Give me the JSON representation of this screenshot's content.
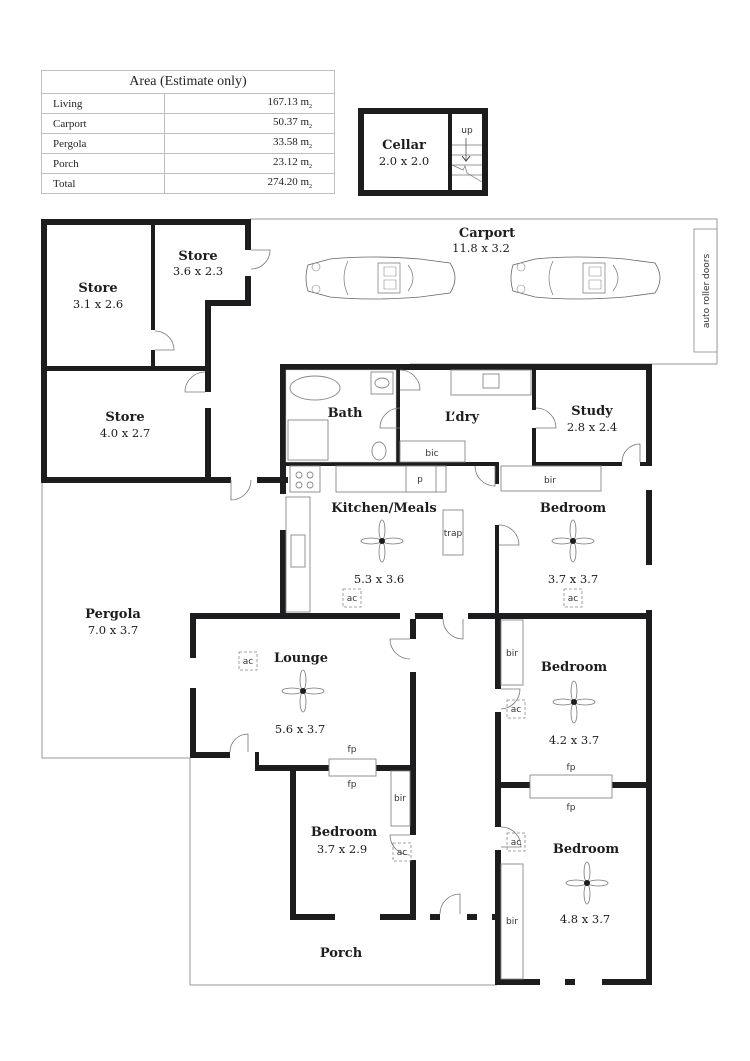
{
  "area_table": {
    "title": "Area (Estimate only)",
    "unit": "m",
    "unit_sup": "2",
    "rows": [
      {
        "label": "Living",
        "value": "167.13"
      },
      {
        "label": "Carport",
        "value": "50.37"
      },
      {
        "label": "Pergola",
        "value": "33.58"
      },
      {
        "label": "Porch",
        "value": "23.12"
      },
      {
        "label": "Total",
        "value": "274.20"
      }
    ]
  },
  "cellar": {
    "name": "Cellar",
    "dims": "2.0 x 2.0",
    "stair_label": "up"
  },
  "rooms": {
    "carport": {
      "name": "Carport",
      "dims": "11.8 x 3.2",
      "note": "auto roller doors"
    },
    "store1": {
      "name": "Store",
      "dims": "3.1 x 2.6"
    },
    "store2": {
      "name": "Store",
      "dims": "3.6 x 2.3"
    },
    "store3": {
      "name": "Store",
      "dims": "4.0 x 2.7"
    },
    "bath": {
      "name": "Bath"
    },
    "laundry": {
      "name": "L’dry",
      "fixture": "bic"
    },
    "study": {
      "name": "Study",
      "dims": "2.8 x 2.4"
    },
    "kitchen": {
      "name": "Kitchen/Meals",
      "dims": "5.3 x 3.6",
      "pantry": "p",
      "trap": "trap",
      "ac": "ac"
    },
    "bedroom1": {
      "name": "Bedroom",
      "dims": "3.7 x 3.7",
      "bir": "bir",
      "ac": "ac"
    },
    "pergola": {
      "name": "Pergola",
      "dims": "7.0 x 3.7"
    },
    "lounge": {
      "name": "Lounge",
      "dims": "5.6 x 3.7",
      "ac": "ac",
      "fp": "fp"
    },
    "bedroom2": {
      "name": "Bedroom",
      "dims": "4.2 x 3.7",
      "bir": "bir",
      "ac": "ac",
      "fp": "fp"
    },
    "bedroom3": {
      "name": "Bedroom",
      "dims": "3.7 x 2.9",
      "bir": "bir",
      "ac": "ac",
      "fp": "fp"
    },
    "bedroom4": {
      "name": "Bedroom",
      "dims": "4.8 x 3.7",
      "bir": "bir",
      "ac": "ac",
      "fp": "fp"
    },
    "porch": {
      "name": "Porch"
    }
  }
}
